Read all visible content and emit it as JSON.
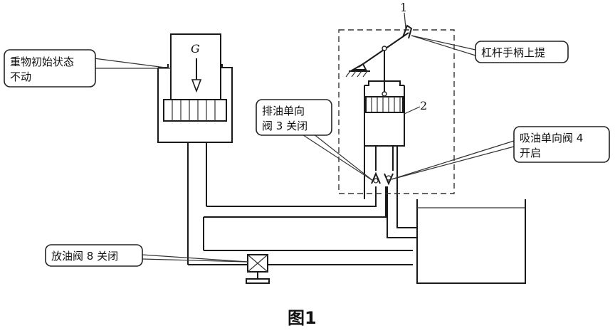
{
  "diagram": {
    "weight_symbol": "G",
    "part_numbers": {
      "lever": "1",
      "pump": "2"
    },
    "callouts": {
      "weight_state_line1": "重物初始状态",
      "weight_state_line2": "不动",
      "lever_handle": "杠杆手柄上提",
      "discharge_valve_line1": "排油单向",
      "discharge_valve_line2": "阀 3 关闭",
      "suction_valve_line1": "吸油单向阀 4",
      "suction_valve_line2": "开启",
      "drain_valve": "放油阀 8 关闭"
    },
    "figure_caption": "图1"
  }
}
